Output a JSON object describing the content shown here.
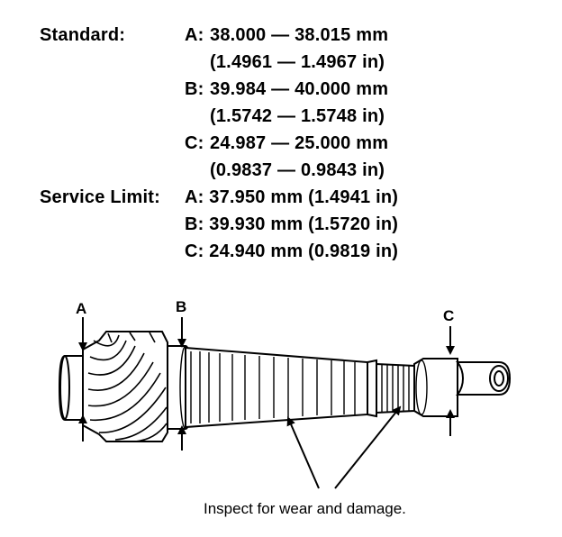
{
  "standard": {
    "label": "Standard:",
    "a": {
      "key": "A:",
      "mm": "38.000 — 38.015 mm",
      "inch": "(1.4961 — 1.4967 in)"
    },
    "b": {
      "key": "B:",
      "mm": "39.984 — 40.000 mm",
      "inch": "(1.5742 — 1.5748 in)"
    },
    "c": {
      "key": "C:",
      "mm": "24.987 — 25.000 mm",
      "inch": "(0.9837 — 0.9843 in)"
    }
  },
  "service_limit": {
    "label": "Service Limit:",
    "a": "A: 37.950 mm (1.4941 in)",
    "b": "B: 39.930 mm (1.5720 in)",
    "c": "C: 24.940 mm (0.9819 in)"
  },
  "diagram": {
    "label_a": "A",
    "label_b": "B",
    "label_c": "C",
    "caption": "Inspect for wear and damage."
  }
}
